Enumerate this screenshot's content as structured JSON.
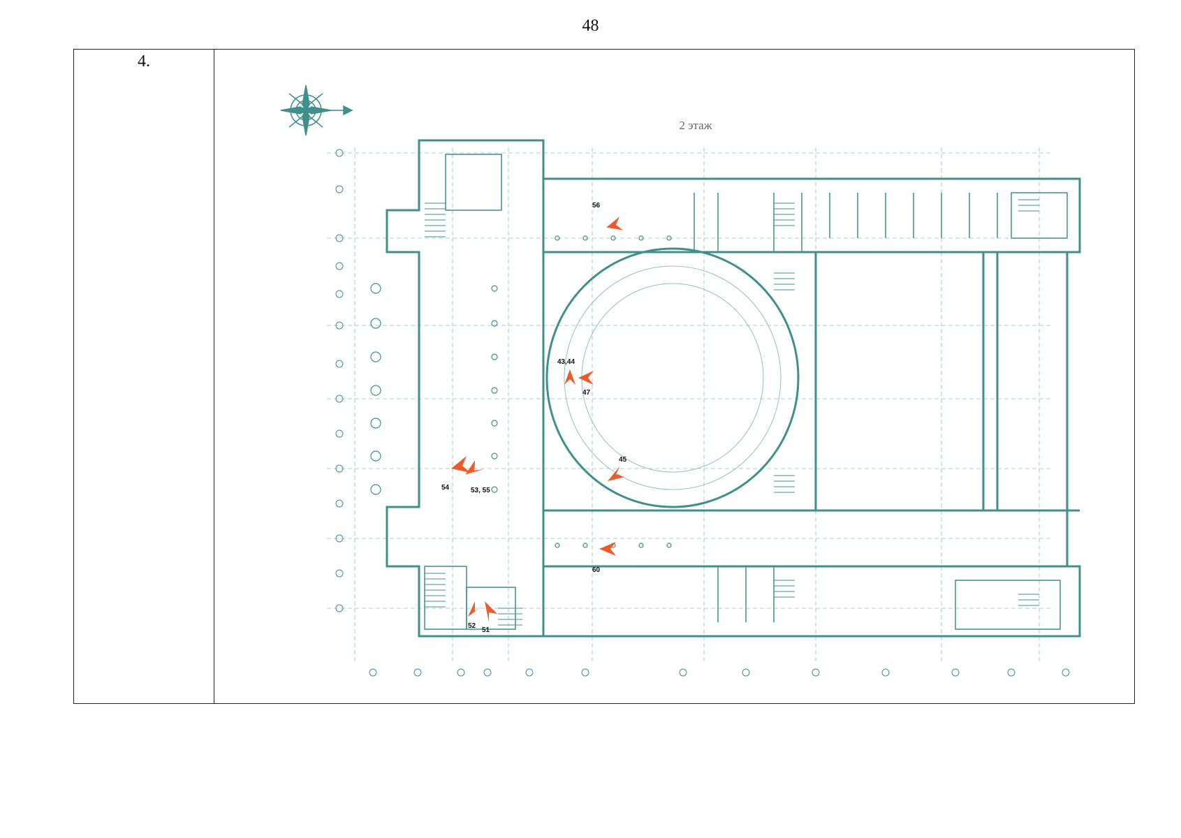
{
  "page_number": "48",
  "row": {
    "number": "4."
  },
  "plan": {
    "title": "2 этаж",
    "colors": {
      "lines": "#3f8f8c",
      "light_lines": "#8fc3bf",
      "marker": "#f05a28"
    },
    "markers": [
      {
        "id": "m56",
        "label": "56"
      },
      {
        "id": "m4344",
        "label": "43,44"
      },
      {
        "id": "m47",
        "label": "47"
      },
      {
        "id": "m45",
        "label": "45"
      },
      {
        "id": "m54",
        "label": "54"
      },
      {
        "id": "m5355",
        "label": "53, 55"
      },
      {
        "id": "m60",
        "label": "60"
      },
      {
        "id": "m52",
        "label": "52"
      },
      {
        "id": "m51",
        "label": "51"
      }
    ]
  }
}
